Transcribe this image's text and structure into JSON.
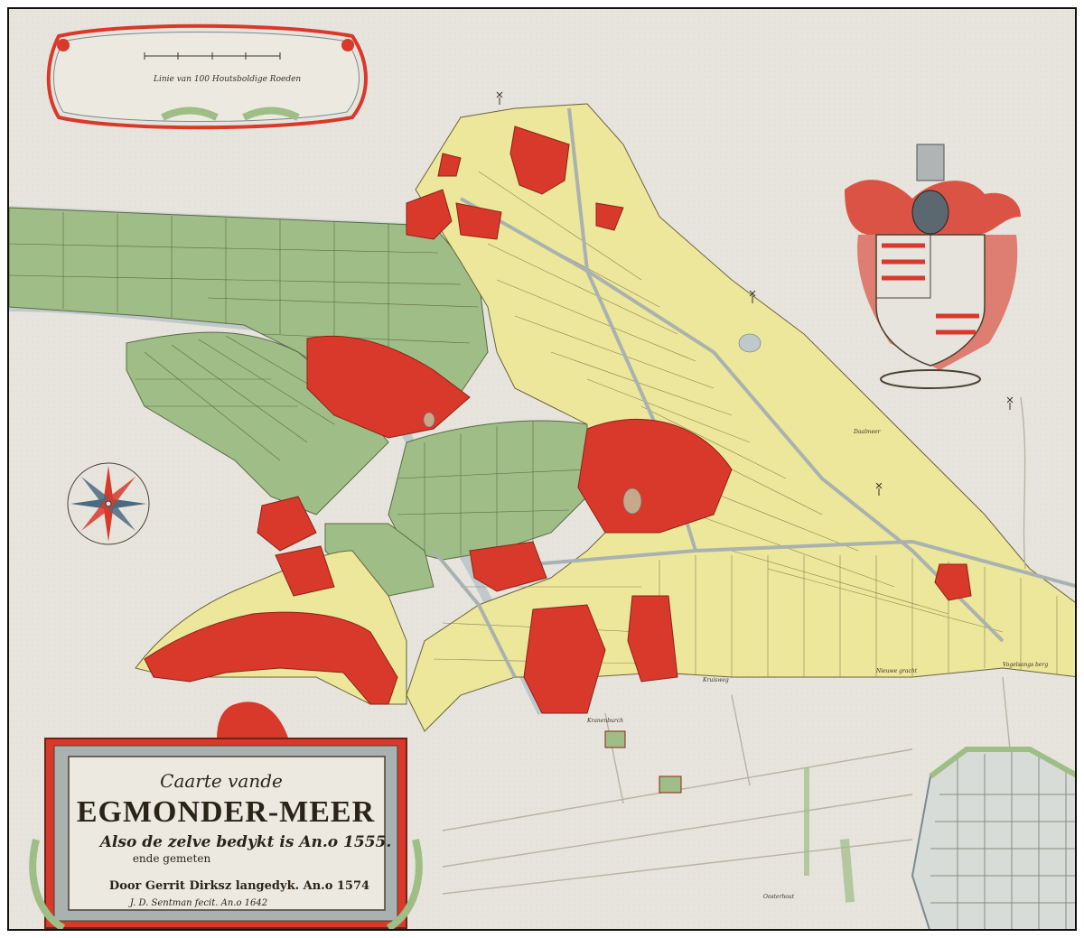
{
  "map": {
    "colors": {
      "paper": "#e6e4dc",
      "red": "#d8392a",
      "yellow": "#ece79a",
      "green": "#9fbd86",
      "water": "#bfc9cc",
      "ink": "#4a4030"
    },
    "scale_bar": {
      "label": "Linie van 100 Houtsboldige Roeden"
    },
    "cartouche": {
      "line1": "Caarte vande",
      "line2": "EGMONDER-MEER",
      "line3": "Also de zelve bedykt is An.o 1555.",
      "line4": "ende gemeten",
      "line5": "Door Gerrit Dirksz langedyk. An.o 1574",
      "line6": "J. D. Sentman fecit. An.o 1642"
    },
    "place_labels": {
      "p1": "Vogelsangs berg",
      "p2": "Kruisweg",
      "p3": "Daalmeer",
      "p4": "Nieuwe gracht",
      "p5": "Kranenburch",
      "p6": "Oosterhout"
    },
    "icons": [
      "compass-rose-icon",
      "coat-of-arms-icon",
      "windmill-icon"
    ]
  }
}
